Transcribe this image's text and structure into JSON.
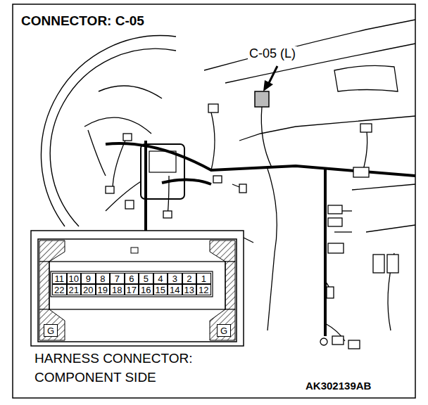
{
  "diagram": {
    "title": "CONNECTOR: C-05",
    "nodes": [
      {
        "text": [
          "11"
        ]
      },
      {
        "text": [
          "10"
        ]
      },
      {
        "text": [
          "9"
        ]
      },
      {
        "text": [
          "8"
        ]
      },
      {
        "text": [
          "7"
        ]
      },
      {
        "text": [
          "6"
        ]
      },
      {
        "text": [
          "5"
        ]
      },
      {
        "text": [
          "4"
        ]
      },
      {
        "text": [
          "3"
        ]
      },
      {
        "text": [
          "2"
        ]
      },
      {
        "text": [
          "1"
        ]
      },
      {
        "text": [
          "22"
        ]
      },
      {
        "text": [
          "21"
        ]
      },
      {
        "text": [
          "20"
        ]
      },
      {
        "text": [
          "19"
        ]
      },
      {
        "text": [
          "18"
        ]
      },
      {
        "text": [
          "17"
        ]
      },
      {
        "text": [
          "16"
        ]
      },
      {
        "text": [
          "15"
        ]
      },
      {
        "text": [
          "14"
        ]
      },
      {
        "text": [
          "13"
        ]
      },
      {
        "text": [
          "12"
        ]
      },
      {
        "text": [
          "G"
        ]
      },
      {
        "text": [
          "G"
        ]
      }
    ],
    "labels": [
      "C-05 (L)",
      "HARNESS CONNECTOR: COMPONENT SIDE",
      "AK302139AB"
    ]
  }
}
